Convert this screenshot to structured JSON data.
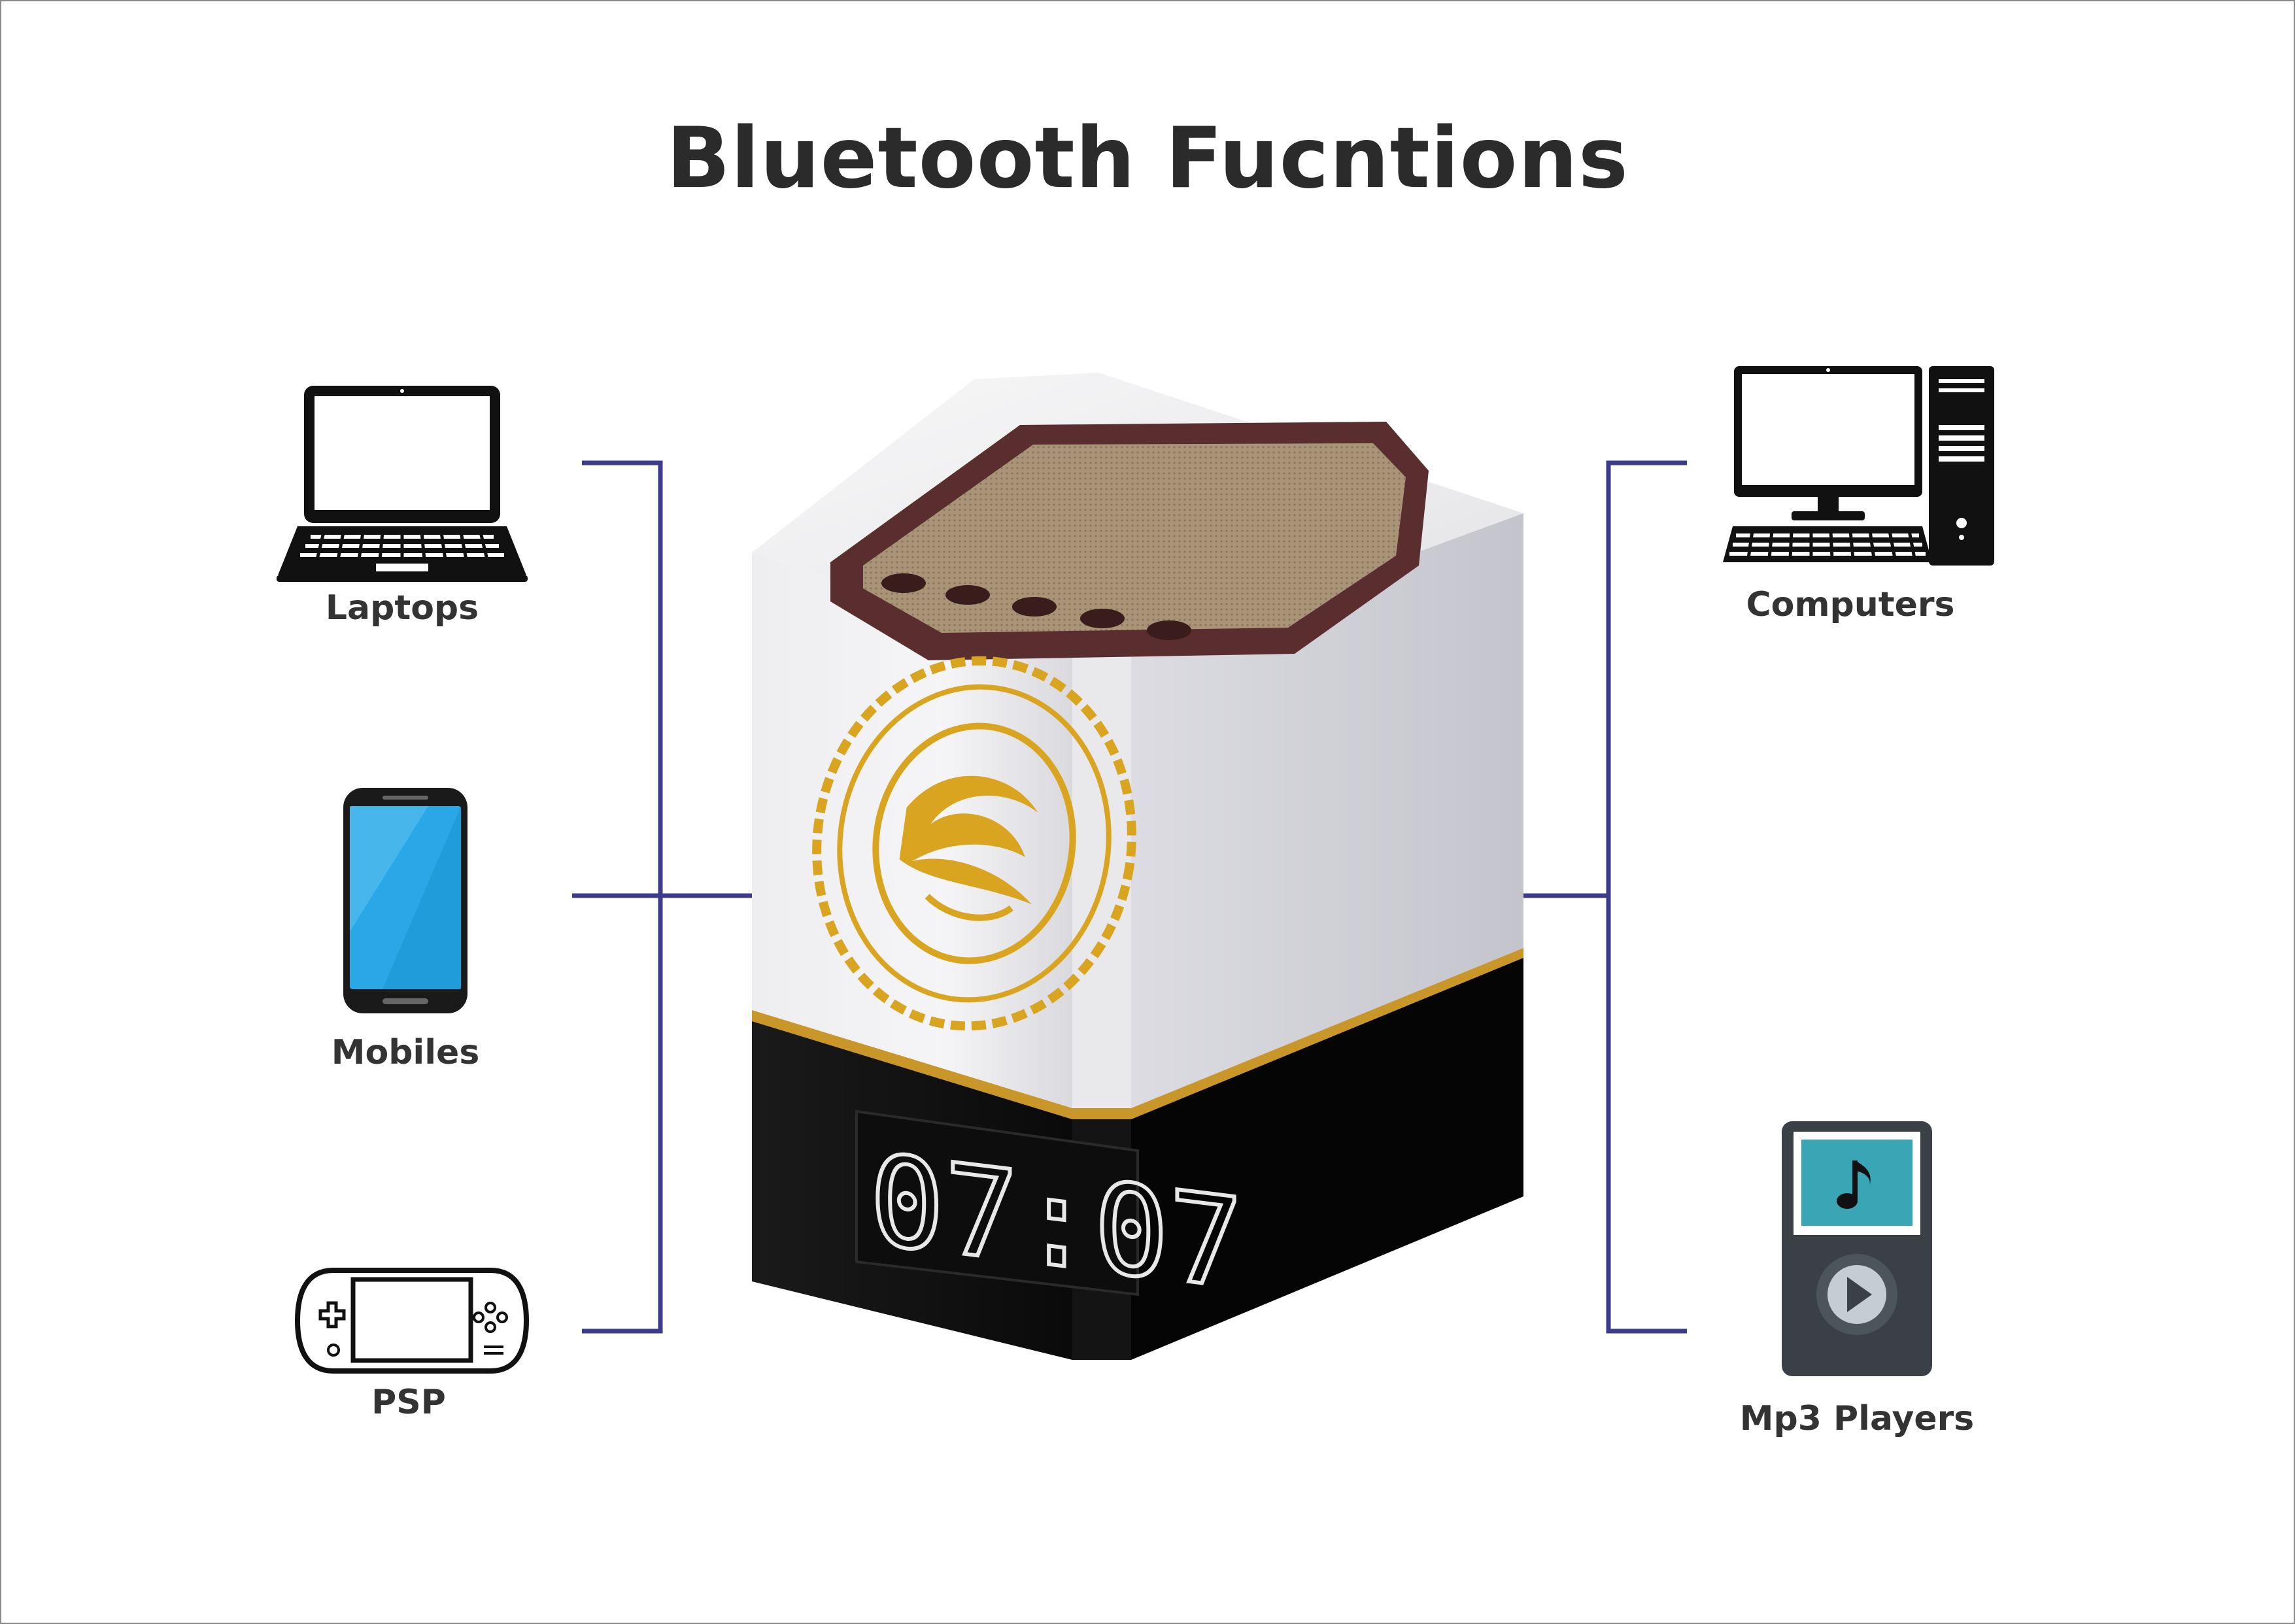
{
  "title": "Bluetooth Fucntions",
  "colors": {
    "connector": "#3d3b8e",
    "text": "#333333",
    "phone_screen": "#2aa7e6",
    "mp3_screen": "#3aa6b5",
    "mp3_body": "#3a4046",
    "gold": "#d9a520",
    "speaker_top": "#5a2e2e"
  },
  "devices": {
    "laptops": {
      "label": "Laptops",
      "icon": "laptop-icon"
    },
    "mobiles": {
      "label": "Mobiles",
      "icon": "smartphone-icon"
    },
    "psp": {
      "label": "PSP",
      "icon": "handheld-console-icon"
    },
    "computers": {
      "label": "Computers",
      "icon": "desktop-computer-icon"
    },
    "mp3_players": {
      "label": "Mp3 Players",
      "icon": "mp3-player-icon"
    }
  },
  "speaker": {
    "clock_display": "07:07",
    "button_icons": [
      "mode-icon",
      "t-icon",
      "previous-icon",
      "next-icon",
      "m-icon"
    ]
  }
}
